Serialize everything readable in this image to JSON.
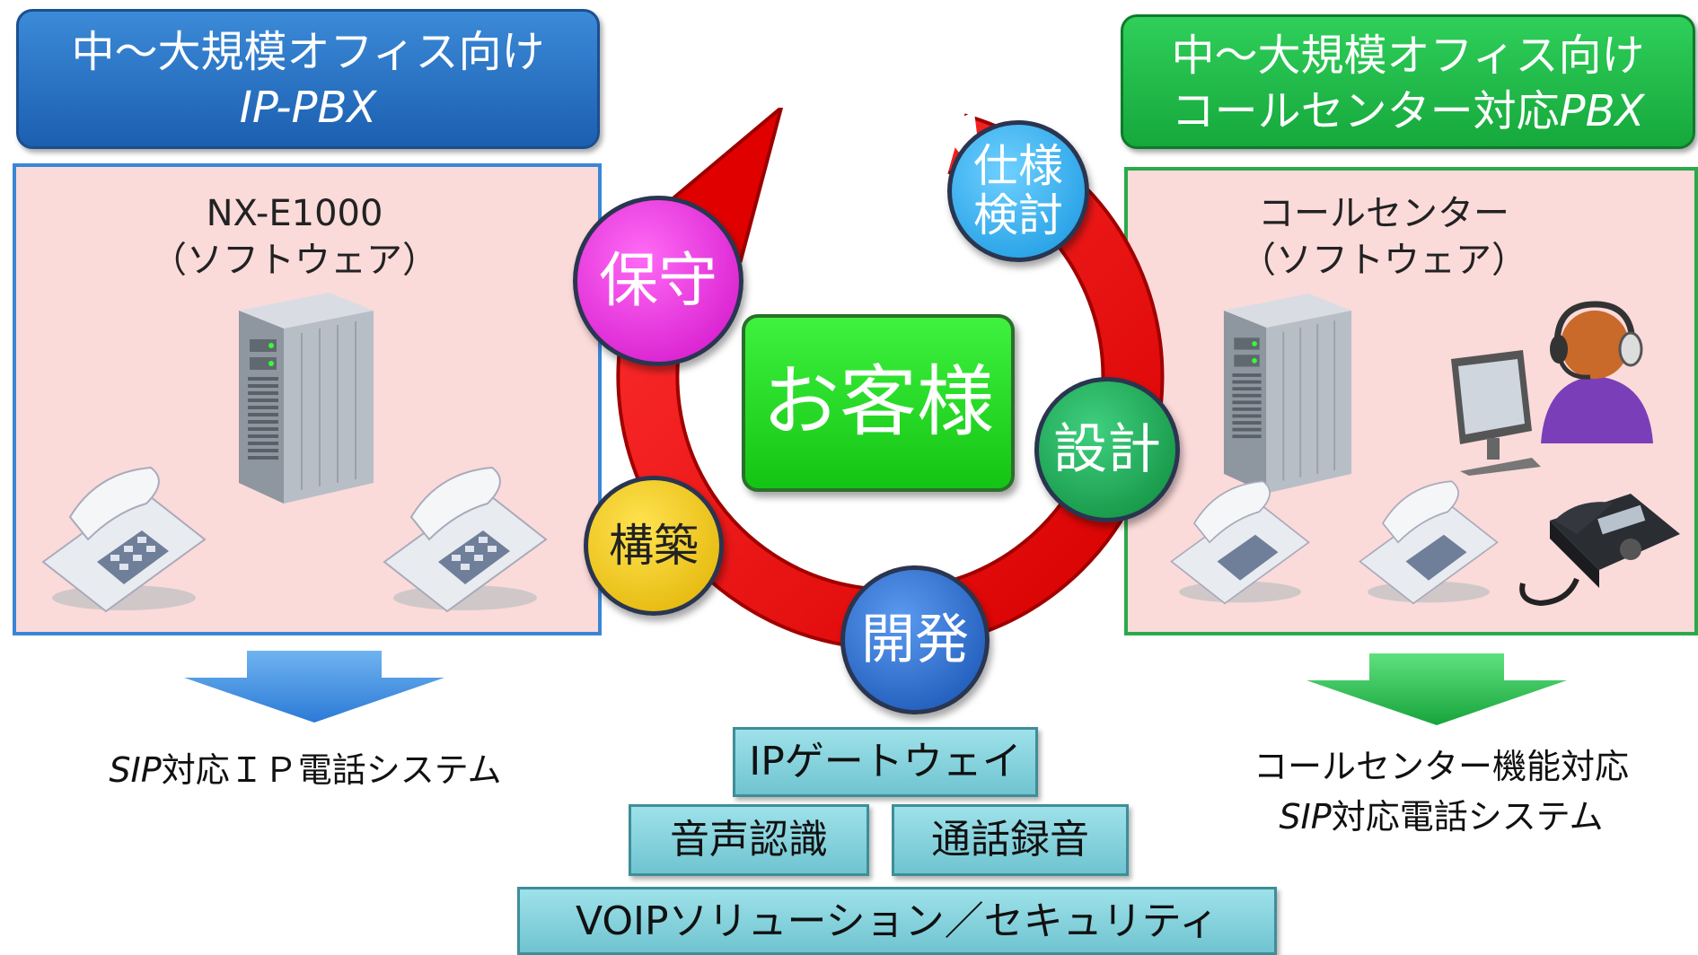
{
  "left": {
    "header_line1": "中～大規模オフィス向け",
    "header_line2": "IP-PBX",
    "product": "NX-E1000",
    "product_sub": "（ソフトウェア）",
    "caption_italic": "SIP",
    "caption_rest": "対応ＩＰ電話システム"
  },
  "right": {
    "header_line1": "中～大規模オフィス向け",
    "header_line2_a": "コールセンター対応",
    "header_line2_b": "PBX",
    "product": "コールセンター",
    "product_sub": "（ソフトウェア）",
    "caption_line1": "コールセンター機能対応",
    "caption_line2_italic": "SIP",
    "caption_line2_rest": "対応電話システム"
  },
  "center": {
    "label": "お客様"
  },
  "cycle": {
    "steps": [
      {
        "line1": "仕様",
        "line2": "検討",
        "color": "#22a6ee"
      },
      {
        "line1": "設計",
        "line2": "",
        "color": "#14a048"
      },
      {
        "line1": "開発",
        "line2": "",
        "color": "#1e63c6"
      },
      {
        "line1": "構築",
        "line2": "",
        "color": "#f5c800"
      },
      {
        "line1": "保守",
        "line2": "",
        "color": "#e020d6"
      }
    ]
  },
  "stack": {
    "top": "IPゲートウェイ",
    "mid_left": "音声認識",
    "mid_right": "通話録音",
    "bottom": "VOIPソリューション／セキュリティ"
  },
  "icons": [
    "server-icon",
    "desk-phone-icon",
    "operator-headset-icon",
    "monitor-icon",
    "down-arrow-icon",
    "cycle-arrow-icon"
  ]
}
